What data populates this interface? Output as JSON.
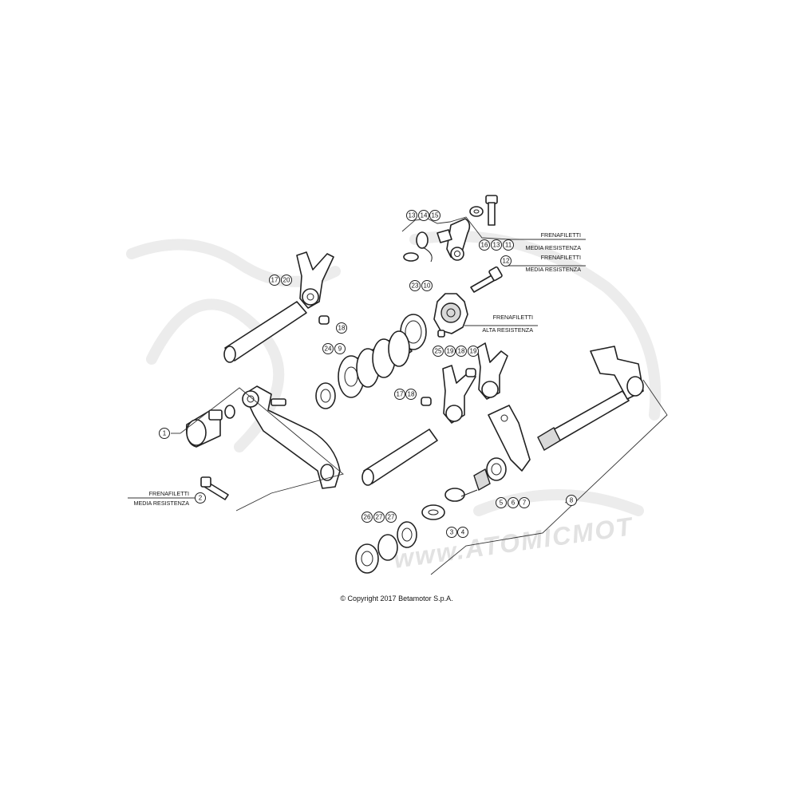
{
  "copyright": "© Copyright 2017 Betamotor S.p.A.",
  "watermark": "www.ATOMICMOT",
  "notes": {
    "note_11_line1": "FRENAFILETTI",
    "note_11_line2": "MEDIA RESISTENZA",
    "note_12_line1": "FRENAFILETTI",
    "note_12_line2": "MEDIA RESISTENZA",
    "note_10_line1": "FRENAFILETTI",
    "note_10_line2": "ALTA RESISTENZA",
    "note_2_line1": "FRENAFILETTI",
    "note_2_line2": "MEDIA RESISTENZA"
  },
  "callouts": {
    "c1": "1",
    "c2": "2",
    "c3": "3",
    "c4": "4",
    "c5": "5",
    "c6": "6",
    "c7": "7",
    "c8": "8",
    "c9": "9",
    "c10": "10",
    "c11": "11",
    "c12": "12",
    "c13a": "13",
    "c13b": "13",
    "c14": "14",
    "c15": "15",
    "c16": "16",
    "c17a": "17",
    "c17b": "17",
    "c18a": "18",
    "c18b": "18",
    "c18c": "18",
    "c19a": "19",
    "c19b": "19",
    "c20": "20",
    "c23": "23",
    "c24": "24",
    "c25": "25",
    "c26": "26",
    "c27a": "27",
    "c27b": "27"
  }
}
